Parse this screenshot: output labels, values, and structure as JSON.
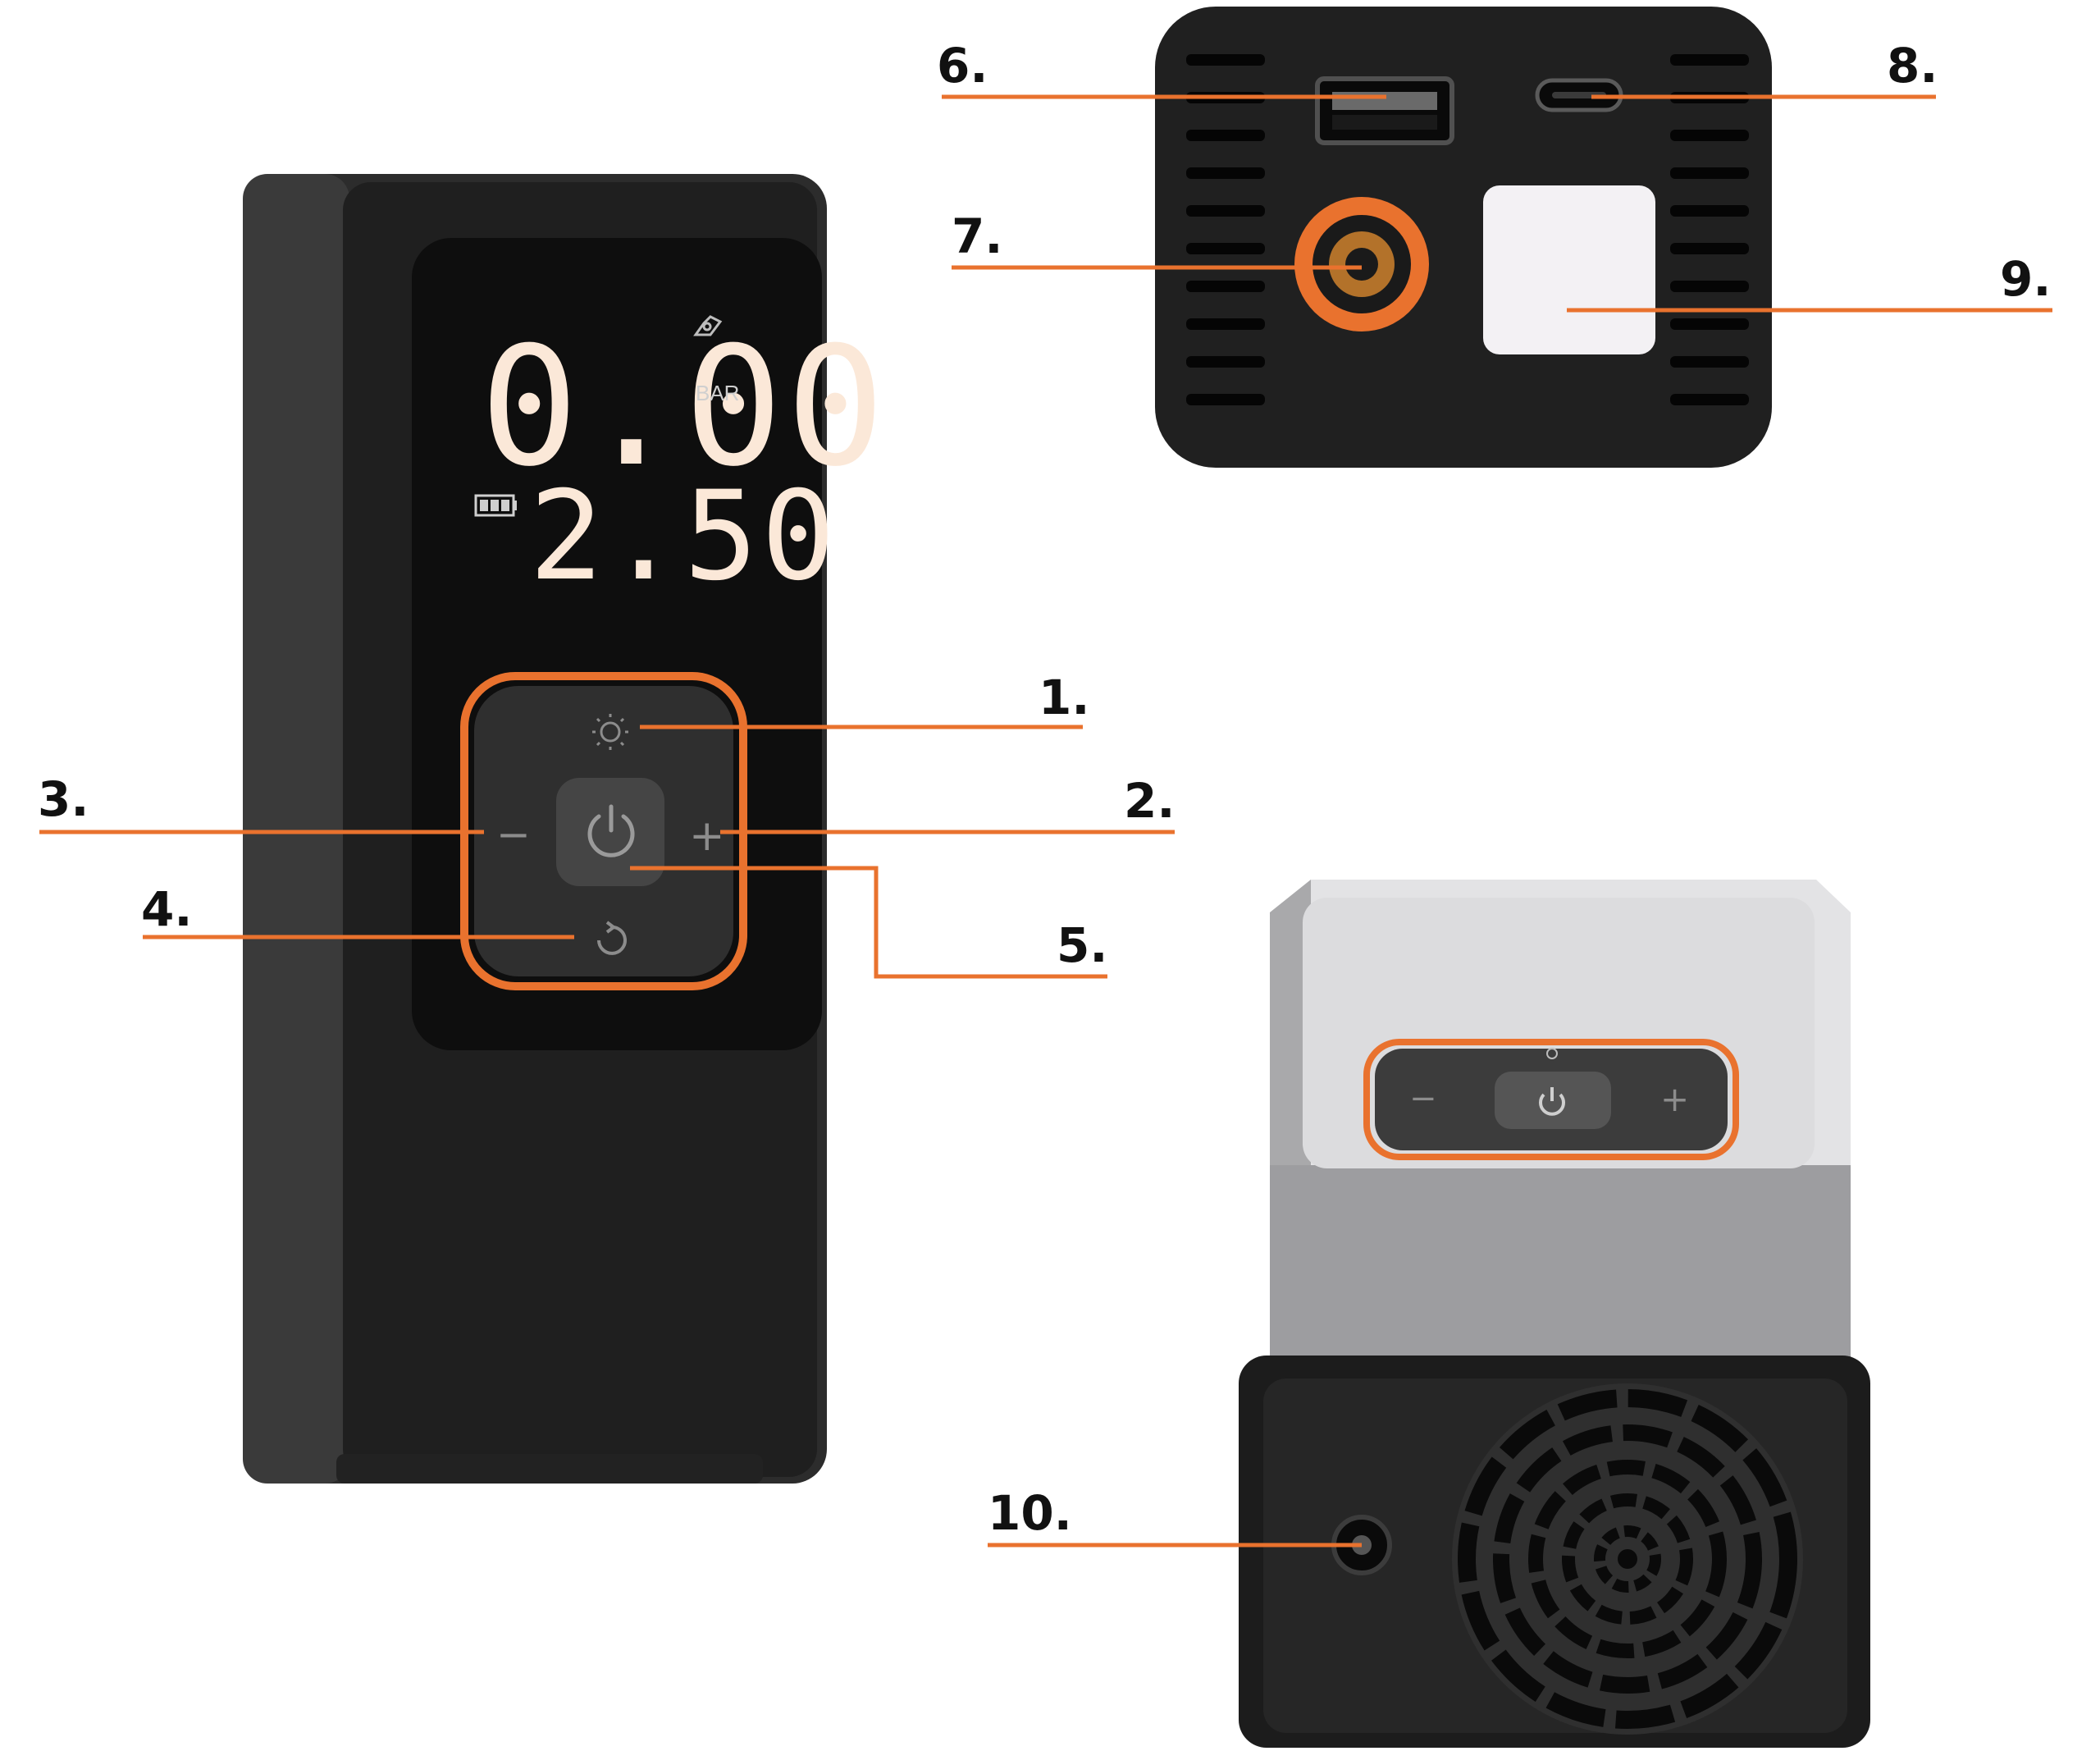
{
  "colors": {
    "accent": "#e9722e",
    "body": "#2b2b2b",
    "panel": "#111111",
    "display_text": "#fbe8d8",
    "aluminium": "#b9b9bb"
  },
  "display": {
    "current_pressure": "0.00",
    "target_pressure": "2.50",
    "unit": "BAR",
    "battery_icon": "battery-icon",
    "mode_icon": "bicycle-mode-icon"
  },
  "buttons": {
    "light": "sun-icon",
    "plus": "+",
    "minus": "−",
    "power": "power-icon",
    "mode": "cycle-mode-icon"
  },
  "callouts": [
    "1.",
    "2.",
    "3.",
    "4.",
    "5.",
    "6.",
    "7.",
    "8.",
    "9.",
    "10."
  ]
}
